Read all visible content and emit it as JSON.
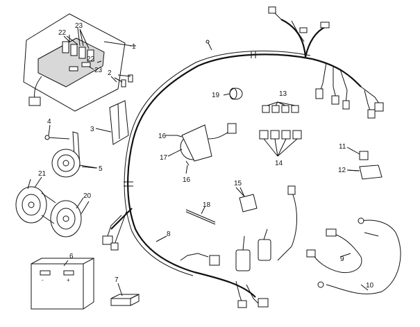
{
  "callouts": [
    {
      "id": "c1",
      "text": "1"
    },
    {
      "id": "c2",
      "text": "2"
    },
    {
      "id": "c3",
      "text": "3"
    },
    {
      "id": "c4",
      "text": "4"
    },
    {
      "id": "c5",
      "text": "5"
    },
    {
      "id": "c6",
      "text": "6"
    },
    {
      "id": "c7",
      "text": "7"
    },
    {
      "id": "c8",
      "text": "8"
    },
    {
      "id": "c9",
      "text": "9"
    },
    {
      "id": "c10",
      "text": "10"
    },
    {
      "id": "c11",
      "text": "11"
    },
    {
      "id": "c12",
      "text": "12"
    },
    {
      "id": "c13",
      "text": "13"
    },
    {
      "id": "c14",
      "text": "14"
    },
    {
      "id": "c15",
      "text": "15"
    },
    {
      "id": "c16a",
      "text": "16"
    },
    {
      "id": "c16b",
      "text": "16"
    },
    {
      "id": "c17",
      "text": "17"
    },
    {
      "id": "c18",
      "text": "18"
    },
    {
      "id": "c19",
      "text": "19"
    },
    {
      "id": "c20",
      "text": "20"
    },
    {
      "id": "c21",
      "text": "21"
    },
    {
      "id": "c22a",
      "text": "22"
    },
    {
      "id": "c22b",
      "text": "22"
    },
    {
      "id": "c23a",
      "text": "23"
    },
    {
      "id": "c23b",
      "text": "23"
    }
  ]
}
